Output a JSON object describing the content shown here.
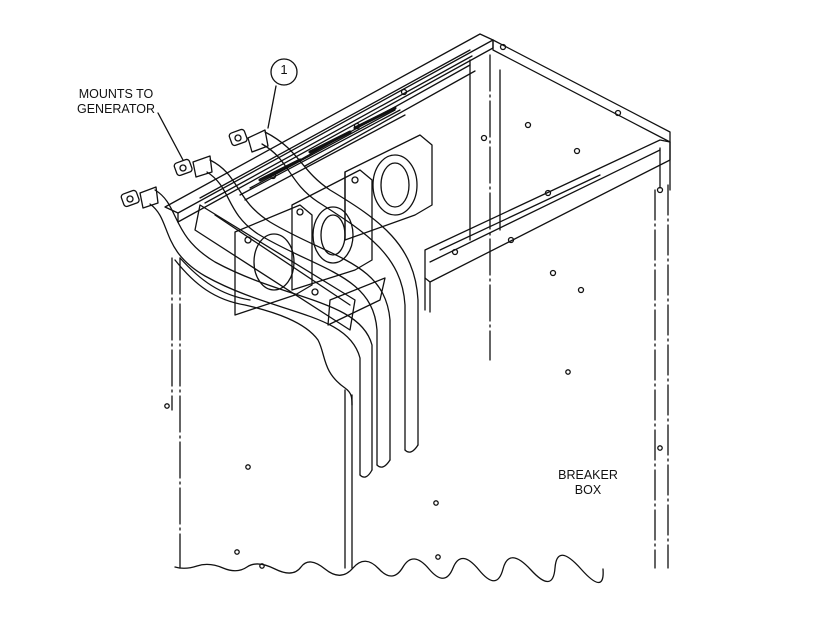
{
  "labels": {
    "mounts": [
      "MOUNTS TO",
      "GENERATOR"
    ],
    "breaker": [
      "BREAKER",
      "BOX"
    ],
    "callout": "1"
  },
  "colors": {
    "ink": "#111111",
    "paper": "#ffffff"
  }
}
